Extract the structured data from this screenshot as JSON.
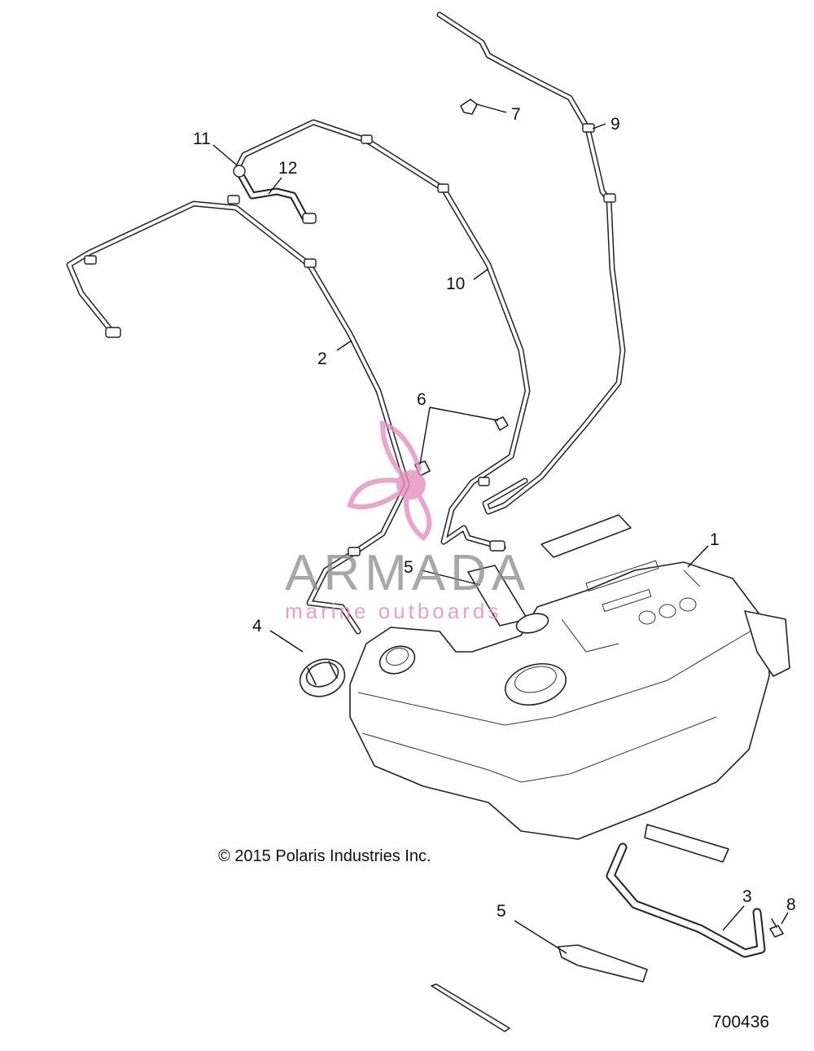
{
  "labels": {
    "l1": "1",
    "l2": "2",
    "l3": "3",
    "l4": "4",
    "l5a": "5",
    "l5b": "5",
    "l6": "6",
    "l7": "7",
    "l8": "8",
    "l9": "9",
    "l10": "10",
    "l11": "11",
    "l12": "12"
  },
  "copyright": "© 2015 Polaris Industries Inc.",
  "drawing_number": "700436",
  "watermark": {
    "name": "ARMADA",
    "subtitle": "marine outboards"
  },
  "colors": {
    "line": "#222222",
    "watermark_gray": "#8a8a8a",
    "watermark_pink": "#e58fbf"
  }
}
